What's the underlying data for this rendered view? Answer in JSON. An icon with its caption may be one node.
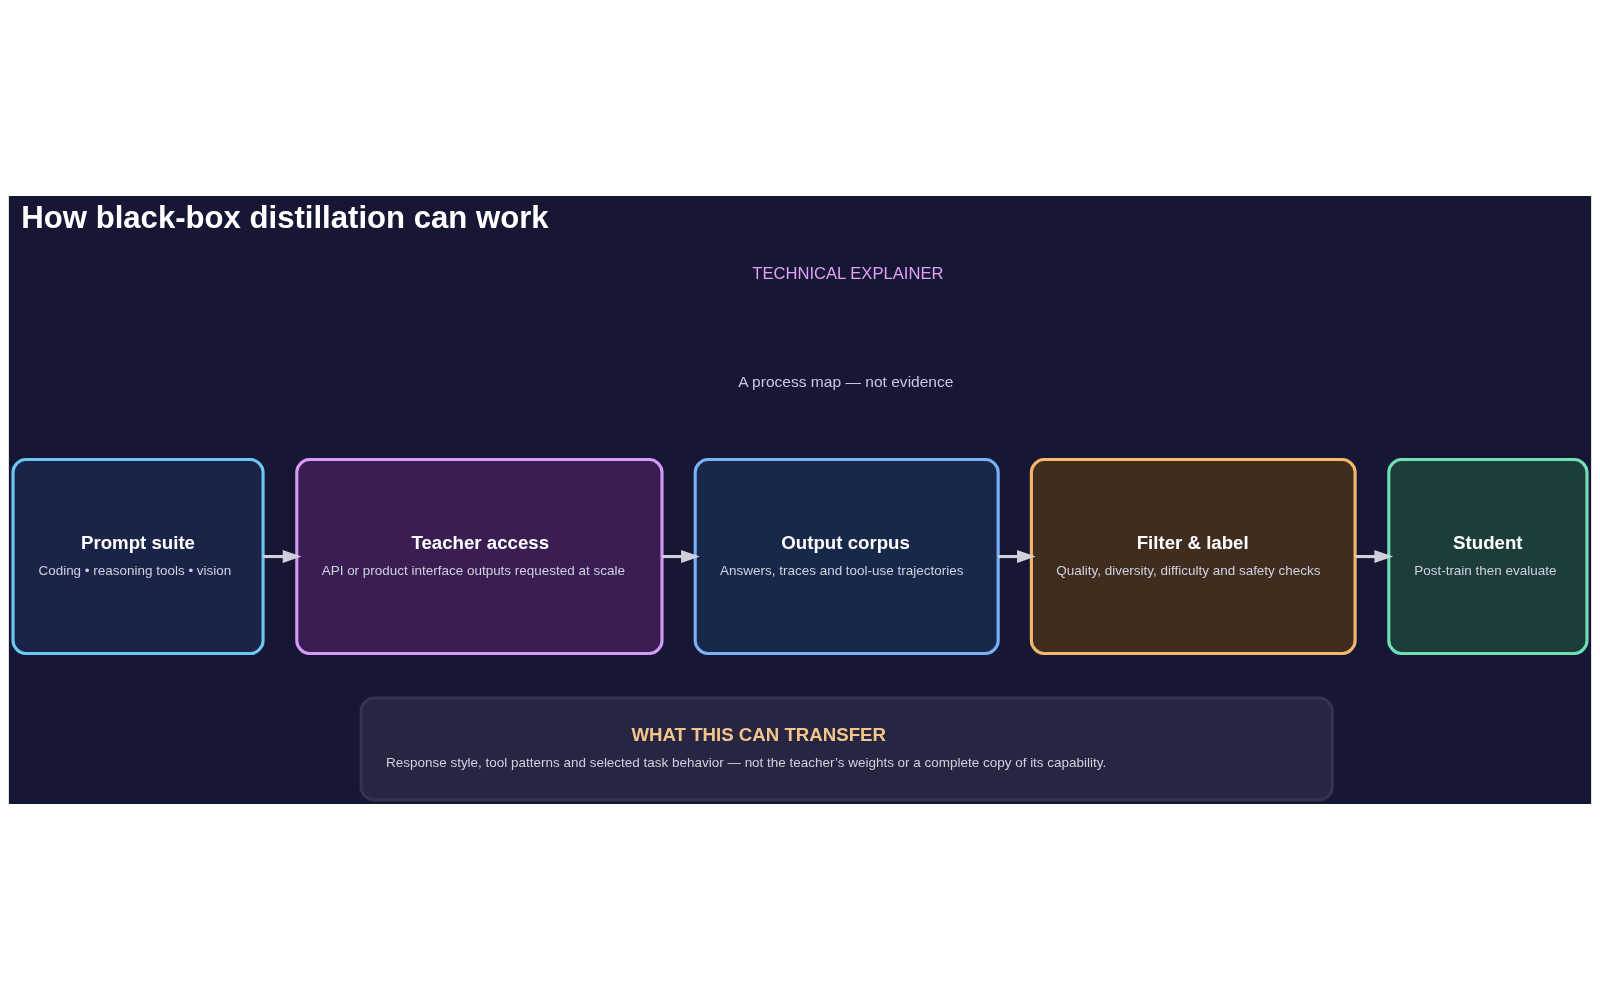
{
  "diagram": {
    "title": "How black-box distillation can work",
    "nodes": [
      {
        "text": [
          "Prompt suite",
          "Coding • reasoning tools • vision"
        ]
      },
      {
        "text": [
          "Teacher access",
          "API or product interface outputs requested at scale"
        ]
      },
      {
        "text": [
          "Output corpus",
          "Answers, traces and tool-use trajectories"
        ]
      },
      {
        "text": [
          "Filter & label",
          "Quality, diversity, difficulty and safety checks"
        ]
      },
      {
        "text": [
          "Student",
          "Post-train then evaluate"
        ]
      },
      {
        "text": [
          "WHAT THIS CAN TRANSFER",
          "Response style, tool patterns and selected task behavior — not the teacher’s weights or a complete copy of its capability."
        ]
      }
    ],
    "edges": [
      {
        "from": 0,
        "to": 1,
        "arrow": "to"
      },
      {
        "from": 1,
        "to": 2,
        "arrow": "to"
      },
      {
        "from": 2,
        "to": 3,
        "arrow": "to"
      },
      {
        "from": 3,
        "to": 4,
        "arrow": "to"
      }
    ],
    "labels": [
      "TECHNICAL EXPLAINER",
      "A process map — not evidence"
    ]
  }
}
